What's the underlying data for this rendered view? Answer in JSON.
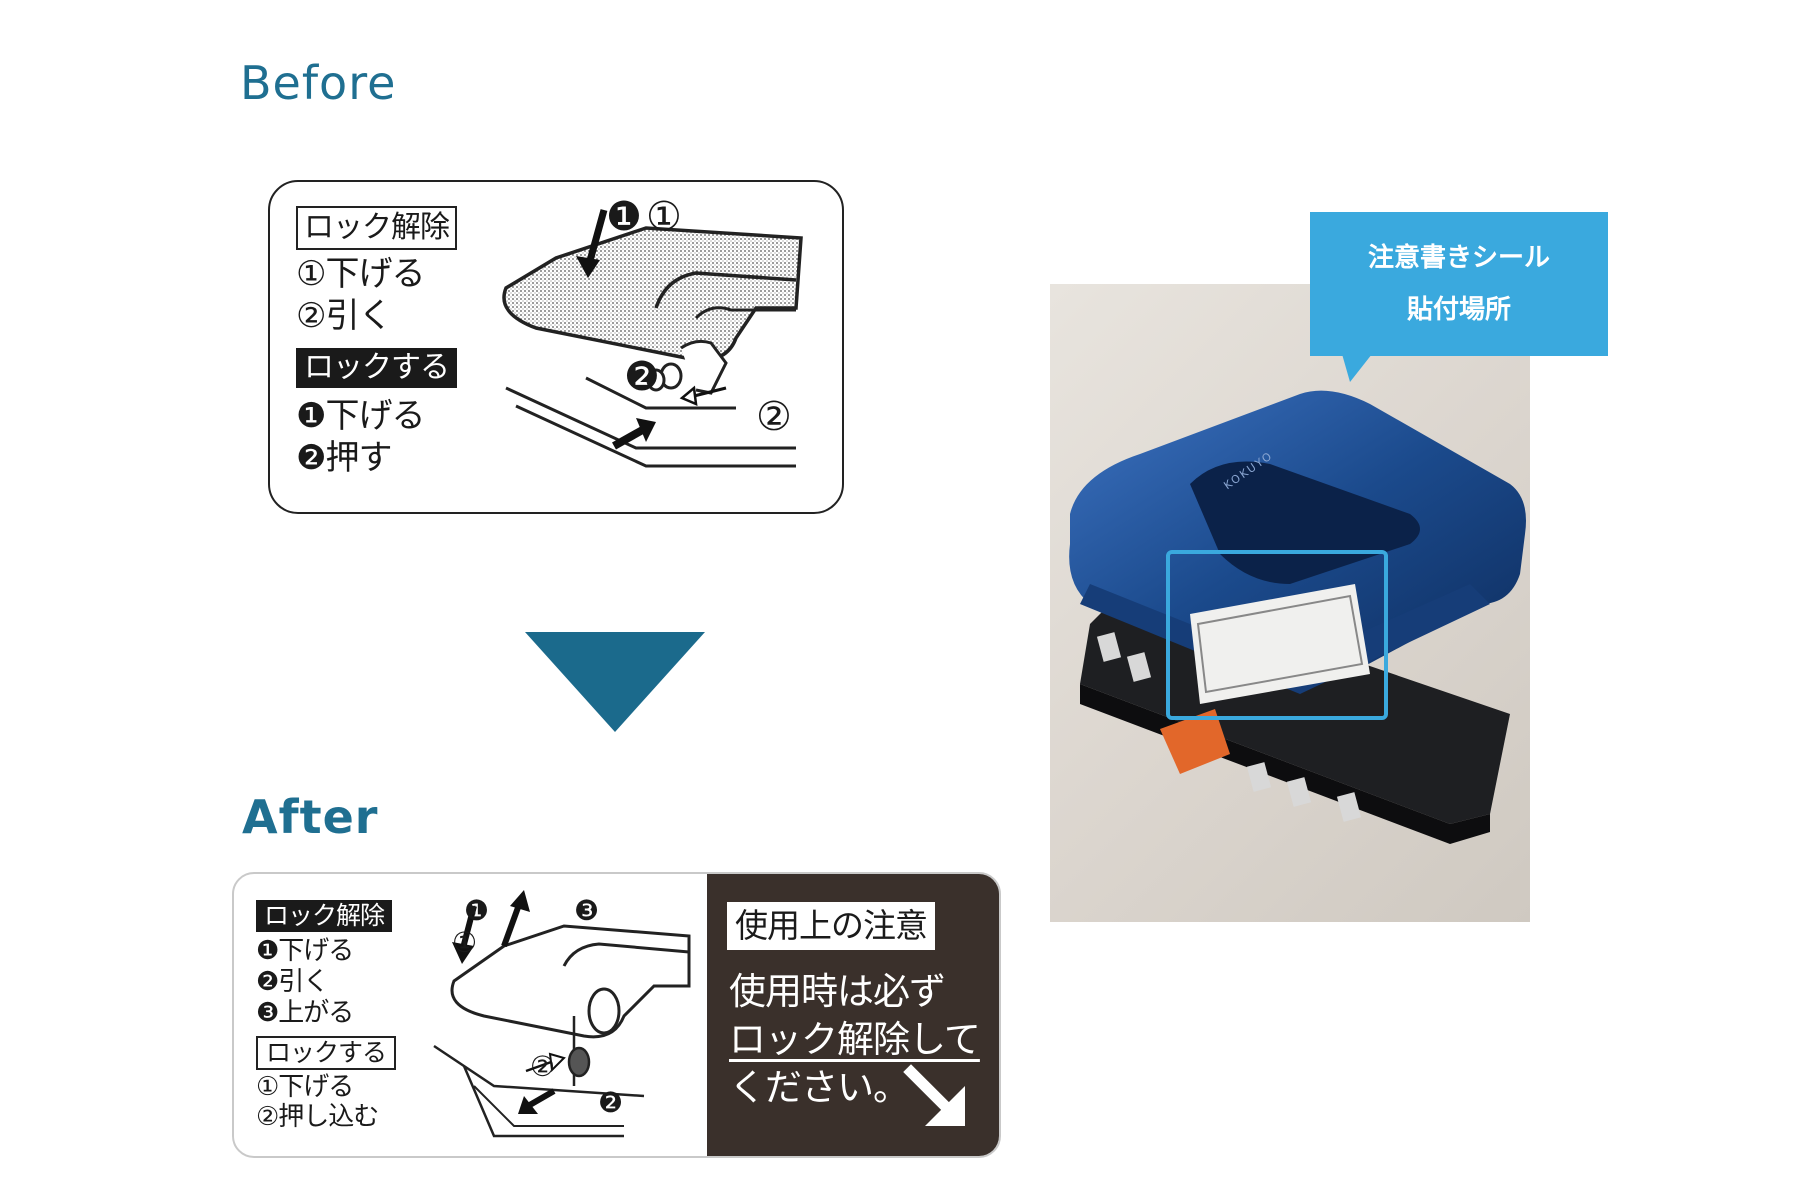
{
  "before": {
    "heading": "Before",
    "unlock_title": "ロック解除",
    "unlock_steps": [
      "①下げる",
      "②引く"
    ],
    "lock_title": "ロックする",
    "lock_steps": [
      "❶下げる",
      "❷押す"
    ],
    "diagram_marks": [
      "❶",
      "①",
      "❷",
      "②"
    ]
  },
  "after": {
    "heading": "After",
    "unlock_title": "ロック解除",
    "unlock_steps": [
      "❶下げる",
      "❷引く",
      "❸上がる"
    ],
    "lock_title": "ロックする",
    "lock_steps": [
      "①下げる",
      "②押し込む"
    ],
    "diagram_marks": [
      "❶",
      "❸",
      "①",
      "②",
      "❷"
    ],
    "caution_title": "使用上の注意",
    "caution_lines": [
      "使用時は必ず",
      "ロック解除して",
      "ください。"
    ],
    "caution_arrow": "arrow-down-right-icon"
  },
  "photo": {
    "callout_lines": [
      "注意書きシール",
      "貼付場所"
    ],
    "brand_text": "KOKUYO",
    "colors": {
      "punch_body": "#1b4a8c",
      "highlight_box": "#3aa9de",
      "handle": "#e2672a"
    }
  },
  "colors": {
    "heading": "#1f6f91",
    "down_arrow": "#1b6a8c",
    "callout": "#3aa9de",
    "caution_panel": "#3a302b"
  }
}
